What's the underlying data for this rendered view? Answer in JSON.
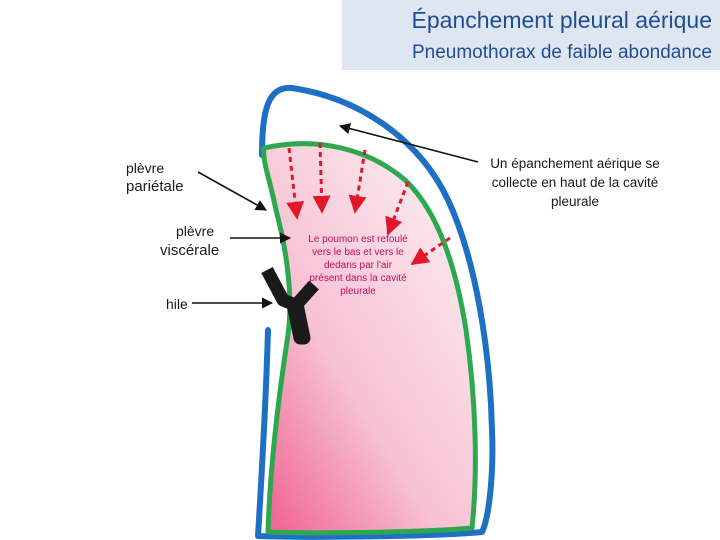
{
  "title": {
    "main": "Épanchement pleural aérique",
    "subtitle": "Pneumothorax de faible abondance"
  },
  "labels": {
    "plevre_parietale_line1": "plèvre",
    "plevre_parietale_line2": "pariétale",
    "plevre_viscerale_line1": "plèvre",
    "plevre_viscerale_line2": "viscérale",
    "hile": "hile"
  },
  "notes": {
    "air_collection": "Un épanchement aérique se collecte en haut de la cavité pleurale",
    "lung_pushed": "Le poumon est refoulé vers le bas et vers le dedans par l'air présent dans la cavité pleurale"
  },
  "colors": {
    "title_bg": "#dde6f1",
    "title_text": "#1f4e94",
    "parietal_pleura": "#1f6fc4",
    "visceral_pleura": "#2ea84f",
    "lung_fill": "#f7c6d6",
    "red_arrows": "#e0182a",
    "note_center_text": "#c0105a",
    "hilum": "#1a1a1a"
  }
}
